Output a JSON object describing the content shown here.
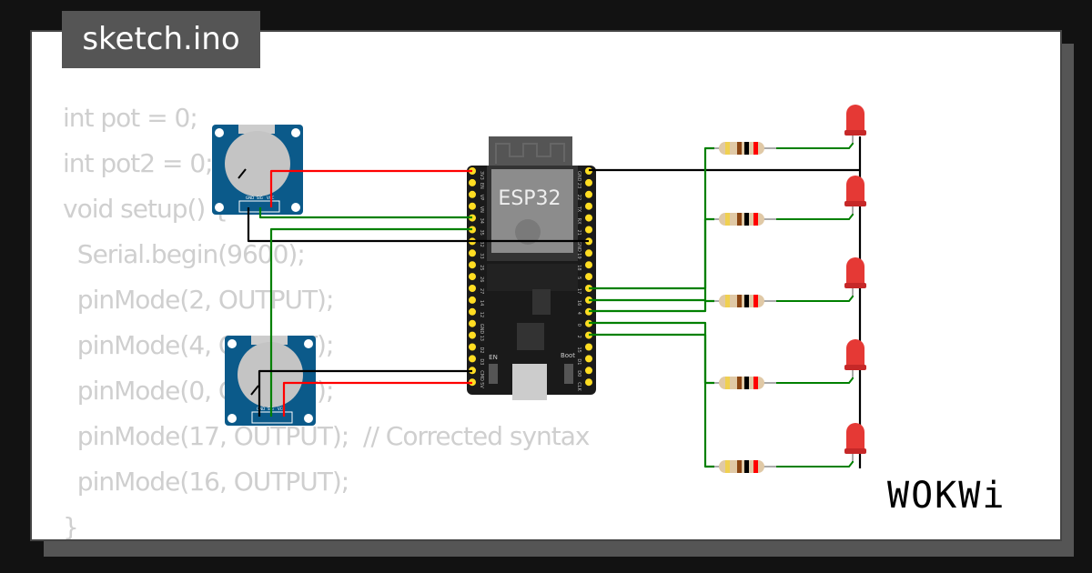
{
  "title": "sketch.ino",
  "code_lines": [
    "int pot = 0;",
    "int pot2 = 0;",
    "",
    "void setup() {",
    "  Serial.begin(9600);",
    "  pinMode(2, OUTPUT);",
    "  pinMode(4, OUTPUT);",
    "  pinMode(0, OUTPUT);",
    "  pinMode(17, OUTPUT);  // Corrected syntax",
    "  pinMode(16, OUTPUT);",
    "}"
  ],
  "board": {
    "label": "ESP32",
    "left_pins": [
      "3V3",
      "EN",
      "VP",
      "VN",
      "34",
      "35",
      "32",
      "33",
      "25",
      "26",
      "27",
      "14",
      "12",
      "GND",
      "13",
      "D2",
      "D3",
      "CMD",
      "5V"
    ],
    "right_pins": [
      "GND",
      "23",
      "22",
      "TX",
      "RX",
      "21",
      "GND",
      "19",
      "18",
      "5",
      "17",
      "16",
      "4",
      "0",
      "2",
      "15",
      "D1",
      "D0",
      "CLK"
    ],
    "button_en": "EN",
    "button_boot": "Boot"
  },
  "potentiometer_pins": [
    "GND",
    "SIG",
    "VCC"
  ],
  "brand": "WOKWi",
  "colors": {
    "wire_red": "#ff0000",
    "wire_green": "#008000",
    "wire_black": "#000000",
    "pot_board": "#0b5a8a",
    "led": "#e53935"
  }
}
